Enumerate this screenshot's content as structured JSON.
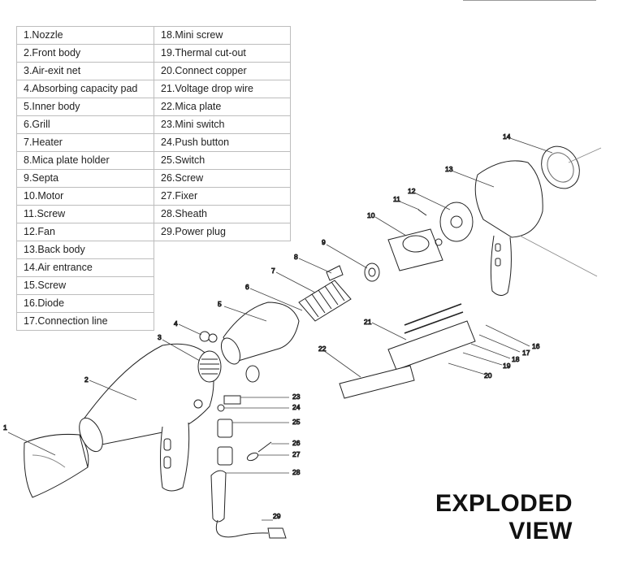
{
  "title": {
    "line1": "EXPLODED",
    "line2": "VIEW"
  },
  "parts_table": {
    "left": [
      "1.Nozzle",
      "2.Front body",
      "3.Air-exit net",
      "4.Absorbing capacity pad",
      "5.Inner body",
      "6.Grill",
      "7.Heater",
      "8.Mica plate holder",
      "9.Septa",
      "10.Motor",
      "11.Screw",
      "12.Fan",
      "13.Back body",
      "14.Air entrance",
      "15.Screw",
      "16.Diode",
      "17.Connection line"
    ],
    "right": [
      "18.Mini screw",
      "19.Thermal cut-out",
      "20.Connect copper",
      "21.Voltage drop wire",
      "22.Mica plate",
      "23.Mini switch",
      "24.Push button",
      "25.Switch",
      "26.Screw",
      "27.Fixer",
      "28.Sheath",
      "29.Power plug"
    ]
  },
  "callouts": [
    "1",
    "2",
    "3",
    "4",
    "5",
    "6",
    "7",
    "8",
    "9",
    "10",
    "11",
    "12",
    "13",
    "14",
    "16",
    "17",
    "18",
    "19",
    "20",
    "21",
    "22",
    "23",
    "24",
    "25",
    "26",
    "27",
    "28",
    "29"
  ]
}
